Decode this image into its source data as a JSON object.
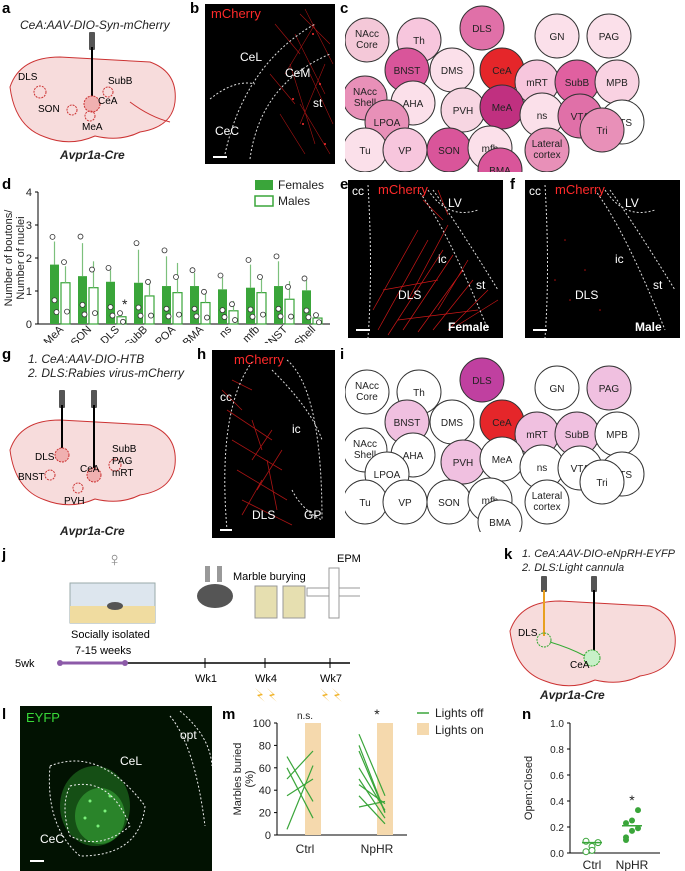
{
  "panels": {
    "a": {
      "label": "a",
      "title": "CeA:AAV-DIO-Syn-mCherry",
      "regions": [
        "DLS",
        "SubB",
        "SON",
        "CeA",
        "MeA"
      ],
      "mouse": "Avpr1a-Cre"
    },
    "b": {
      "label": "b",
      "stain": "mCherry",
      "regions": [
        "CeL",
        "CeM",
        "CeC",
        "st"
      ]
    },
    "c": {
      "label": "c",
      "nodes": [
        "NAcc Core",
        "Th",
        "DLS",
        "GN",
        "PAG",
        "BNST",
        "DMS",
        "CeA",
        "mRT",
        "SubB",
        "MPB",
        "NAcc Shell",
        "AHA",
        "PVH",
        "MeA",
        "ns",
        "VTA",
        "NTS",
        "LPOA",
        "Tri",
        "Tu",
        "VP",
        "SON",
        "mfb",
        "BMA",
        "Lateral cortex"
      ]
    },
    "d": {
      "label": "d",
      "legend": [
        "Females",
        "Males"
      ]
    },
    "e": {
      "label": "e",
      "stain": "mCherry",
      "regions": [
        "cc",
        "LV",
        "ic",
        "DLS",
        "st"
      ],
      "sex": "Female"
    },
    "f": {
      "label": "f",
      "stain": "mCherry",
      "regions": [
        "cc",
        "LV",
        "ic",
        "DLS",
        "st"
      ],
      "sex": "Male"
    },
    "g": {
      "label": "g",
      "step1": "1. CeA:AAV-DIO-HTB",
      "step2": "2. DLS:Rabies virus-mCherry",
      "regions": [
        "DLS",
        "SubB",
        "PAG",
        "BNST",
        "CeA",
        "mRT",
        "PVH"
      ],
      "mouse": "Avpr1a-Cre"
    },
    "h": {
      "label": "h",
      "stain": "mCherry",
      "regions": [
        "cc",
        "ic",
        "DLS",
        "GP"
      ]
    },
    "i": {
      "label": "i",
      "nodes": [
        "NAcc Core",
        "Th",
        "DLS",
        "GN",
        "PAG",
        "BNST",
        "DMS",
        "CeA",
        "mRT",
        "SubB",
        "MPB",
        "NAcc Shell",
        "AHA",
        "PVH",
        "MeA",
        "ns",
        "VTA",
        "NTS",
        "LPOA",
        "Tri",
        "Tu",
        "VP",
        "SON",
        "mfb",
        "BMA",
        "Lateral cortex"
      ]
    },
    "j": {
      "label": "j",
      "isolation": "Socially isolated",
      "start": "5wk",
      "duration": "7-15 weeks",
      "wk1": "Wk1",
      "wk4": "Wk4",
      "wk7": "Wk7",
      "test1": "Marble burying",
      "test2": "EPM",
      "female_symbol": "♀"
    },
    "k": {
      "label": "k",
      "step1": "1. CeA:AAV-DIO-eNpRH-EYFP",
      "step2": "2. DLS:Light cannula",
      "regions": [
        "DLS",
        "CeA"
      ],
      "mouse": "Avpr1a-Cre"
    },
    "l": {
      "label": "l",
      "stain": "EYFP",
      "regions": [
        "CeL",
        "CeC",
        "opt"
      ]
    },
    "m": {
      "label": "m",
      "legend": [
        "Lights off",
        "Lights on"
      ]
    },
    "n": {
      "label": "n"
    }
  },
  "chart_data": [
    {
      "type": "bar",
      "panel": "d",
      "ylabel": "Number of boutons/\nNumber of nuclei",
      "ylim": [
        0,
        4
      ],
      "yticks": [
        0,
        1,
        2,
        3,
        4
      ],
      "categories": [
        "MeA",
        "SON",
        "DLS",
        "SubB",
        "LPOA",
        "BMA",
        "ns",
        "mfb",
        "BNST",
        "NAcc Shell"
      ],
      "series": [
        {
          "name": "Females",
          "values": [
            1.8,
            1.45,
            1.28,
            1.25,
            1.15,
            1.15,
            1.05,
            1.1,
            1.15,
            1.02
          ],
          "errors": [
            0.7,
            1.0,
            0.35,
            1.0,
            0.9,
            0.4,
            0.35,
            0.7,
            0.75,
            0.3
          ]
        },
        {
          "name": "Males",
          "values": [
            1.25,
            1.1,
            0.22,
            0.85,
            0.95,
            0.65,
            0.4,
            0.95,
            0.75,
            0.18
          ],
          "errors": [
            0.5,
            0.8,
            0.05,
            0.5,
            0.9,
            0.3,
            0.3,
            0.45,
            0.55,
            0.1
          ]
        }
      ],
      "annotations": [
        {
          "category": "DLS",
          "text": "*"
        }
      ]
    },
    {
      "type": "line",
      "panel": "m",
      "ylabel": "Marbles buried\n(%)",
      "ylim": [
        0,
        100
      ],
      "yticks": [
        0,
        20,
        40,
        60,
        80,
        100
      ],
      "categories": [
        "Ctrl",
        "NpHR"
      ],
      "bar_value": 100,
      "significance": [
        "n.s.",
        "*"
      ],
      "pairs": {
        "Ctrl": [
          [
            5,
            62
          ],
          [
            35,
            50
          ],
          [
            60,
            15
          ],
          [
            50,
            75
          ],
          [
            70,
            30
          ]
        ],
        "NpHR": [
          [
            50,
            15
          ],
          [
            60,
            22
          ],
          [
            25,
            30
          ],
          [
            90,
            35
          ],
          [
            35,
            10
          ],
          [
            75,
            20
          ],
          [
            45,
            28
          ],
          [
            80,
            20
          ]
        ]
      }
    },
    {
      "type": "scatter",
      "panel": "n",
      "ylabel": "Open:Closed",
      "ylim": [
        0,
        1
      ],
      "yticks": [
        0.0,
        0.2,
        0.4,
        0.6,
        0.8,
        1.0
      ],
      "categories": [
        "Ctrl",
        "NpHR"
      ],
      "significance": "*",
      "points": {
        "Ctrl": [
          0.01,
          0.05,
          0.08,
          0.09,
          0.02
        ],
        "NpHR": [
          0.12,
          0.17,
          0.19,
          0.23,
          0.25,
          0.33,
          0.1
        ]
      },
      "medians": {
        "Ctrl": 0.08,
        "NpHR": 0.21
      }
    }
  ],
  "colors": {
    "female": "#3aa53a",
    "red": "#e52620",
    "pink": "#d96aa5",
    "mcherry": "#ff2a2a",
    "eyfp": "#38d838",
    "lightson": "#f5d9ad"
  }
}
